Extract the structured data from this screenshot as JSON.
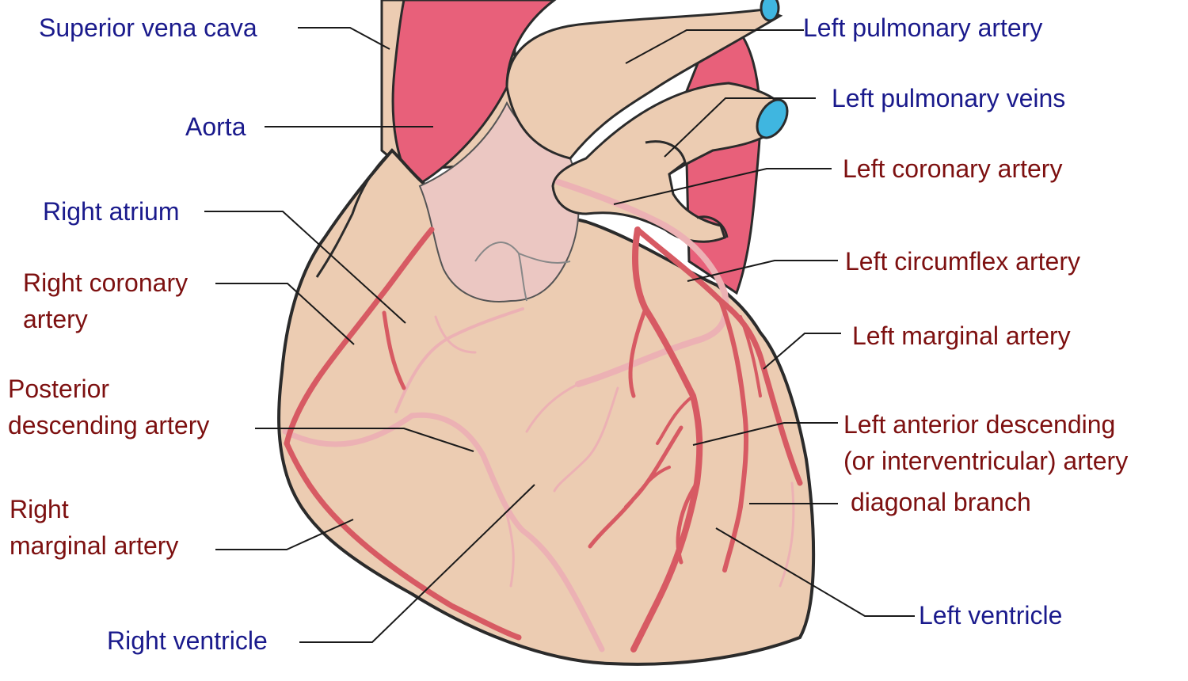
{
  "colors": {
    "structure_label": "#1a1a8c",
    "artery_label": "#7d1010",
    "heart_tissue": "#ecccb2",
    "aorta": "#e8607a",
    "pulmonary_vessel_lumen": "#3fb6e0",
    "coronary_artery": "#d75a63",
    "posterior_vessel": "#ecb1b4",
    "outline": "#2b2b2b"
  },
  "labels": {
    "superior_vena_cava": "Superior vena cava",
    "aorta": "Aorta",
    "right_atrium": "Right atrium",
    "right_coronary_artery": [
      "Right coronary",
      "artery"
    ],
    "posterior_descending_artery": [
      "Posterior",
      "descending artery"
    ],
    "right_marginal_artery": [
      "Right",
      "marginal artery"
    ],
    "right_ventricle": "Right ventricle",
    "left_pulmonary_artery": "Left pulmonary artery",
    "left_pulmonary_veins": "Left pulmonary veins",
    "left_coronary_artery": "Left coronary artery",
    "left_circumflex_artery": "Left circumflex artery",
    "left_marginal_artery": "Left marginal artery",
    "left_anterior_descending": [
      "Left anterior descending",
      "(or interventricular) artery"
    ],
    "diagonal_branch": "diagonal branch",
    "left_ventricle": "Left ventricle"
  }
}
